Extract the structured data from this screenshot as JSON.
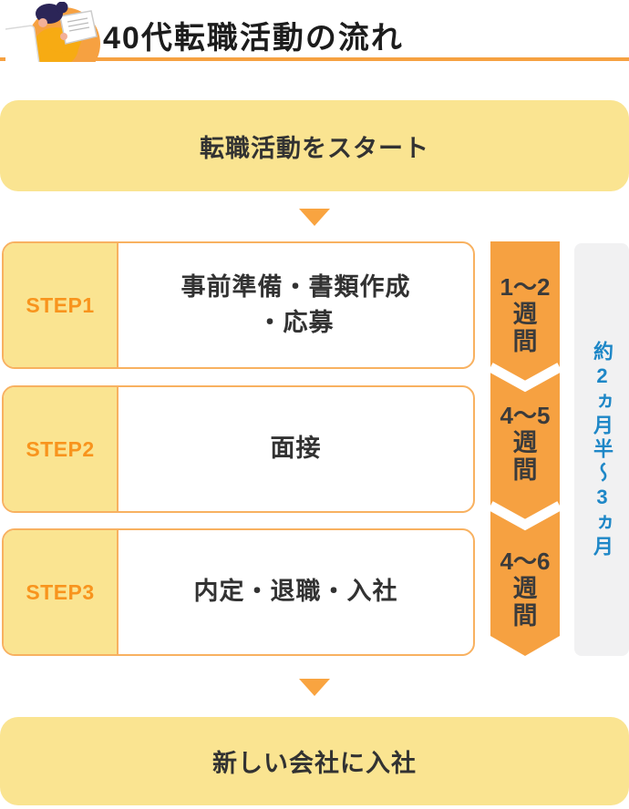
{
  "header": {
    "title": "40代転職活動の流れ",
    "illustration": "person-at-computer-illustration"
  },
  "flow": {
    "start": "転職活動をスタート",
    "steps": [
      {
        "label": "STEP1",
        "title_lines": [
          "事前準備・書類作成",
          "・応募"
        ],
        "duration_value": "1～2",
        "duration_unit": "週間"
      },
      {
        "label": "STEP2",
        "title_lines": [
          "面接"
        ],
        "duration_value": "4～5",
        "duration_unit": "週間"
      },
      {
        "label": "STEP3",
        "title_lines": [
          "内定・退職・入社"
        ],
        "duration_value": "4～6",
        "duration_unit": "週間"
      }
    ],
    "total_duration": "約2ヵ月半～3ヵ月",
    "end": "新しい会社に入社"
  },
  "colors": {
    "accent_orange": "#F6A141",
    "light_yellow": "#FAE491",
    "step_label_orange": "#F8941D",
    "step_border_orange": "#F8B160",
    "band_text_dark": "#3B3B3B",
    "total_blue": "#1E87C7",
    "gray_panel": "#F1F1F2",
    "text_dark": "#323232"
  }
}
